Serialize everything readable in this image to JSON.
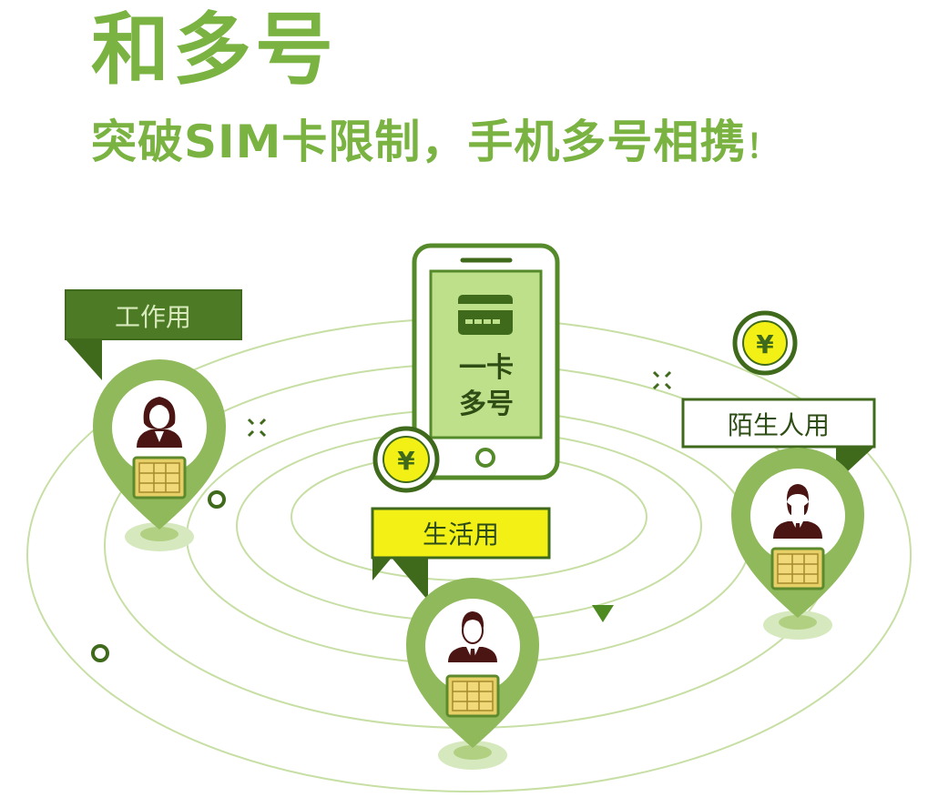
{
  "title": "和多号",
  "subtitle": {
    "main": "突破SIM卡限制，手机多号相携",
    "exclaim": "！"
  },
  "phone": {
    "line1": "一卡",
    "line2": "多号"
  },
  "labels": {
    "work": "工作用",
    "life": "生活用",
    "stranger": "陌生人用"
  },
  "currency_symbol": "¥",
  "colors": {
    "brand_green": "#7ab342",
    "dark_green": "#3f6a1c",
    "light_green": "#c4dd8e",
    "pin_green": "#8fb95a",
    "yellow": "#f3f016",
    "person_dark": "#4a1512"
  },
  "icons": [
    "card-icon",
    "yen-coin-icon",
    "woman-avatar-icon",
    "man-avatar-icon",
    "businessman-avatar-icon",
    "sim-chip-icon",
    "sparkle-icon",
    "ring-icon",
    "triangle-icon"
  ]
}
